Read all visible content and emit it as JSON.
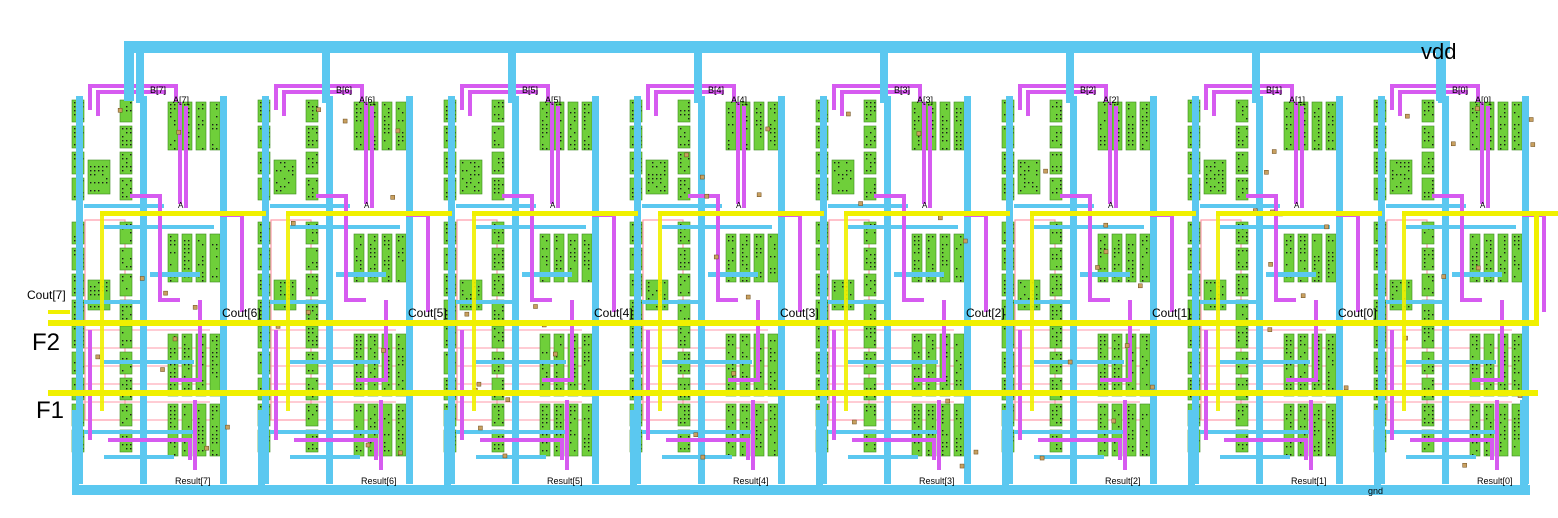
{
  "labels": {
    "vdd": "vdd",
    "gnd": "gnd",
    "f1": "F1",
    "f2": "F2",
    "cout_input": "Cout[7]",
    "a_pin": "A"
  },
  "bits": [
    {
      "b": "B[7]",
      "a": "A[7]",
      "cout": "Cout[6]",
      "result": "Result[7]"
    },
    {
      "b": "B[6]",
      "a": "A[6]",
      "cout": "Cout[5]",
      "result": "Result[6]"
    },
    {
      "b": "B[5]",
      "a": "A[5]",
      "cout": "Cout[4]",
      "result": "Result[5]"
    },
    {
      "b": "B[4]",
      "a": "A[4]",
      "cout": "Cout[3]",
      "result": "Result[4]"
    },
    {
      "b": "B[3]",
      "a": "A[3]",
      "cout": "Cout[2]",
      "result": "Result[3]"
    },
    {
      "b": "B[2]",
      "a": "A[2]",
      "cout": "Cout[1]",
      "result": "Result[2]"
    },
    {
      "b": "B[1]",
      "a": "A[1]",
      "cout": "Cout[0]",
      "result": "Result[1]"
    },
    {
      "b": "B[0]",
      "a": "A[0]",
      "cout": "",
      "result": "Result[0]"
    }
  ],
  "colors": {
    "metal1": "#5bc8f0",
    "metal2": "#d65bf0",
    "poly": "#f0f000",
    "diffusion": "#6fcf3a",
    "nwell": "#ff9aa8",
    "contact": "#1a1a1a",
    "via": "#c8a060"
  }
}
